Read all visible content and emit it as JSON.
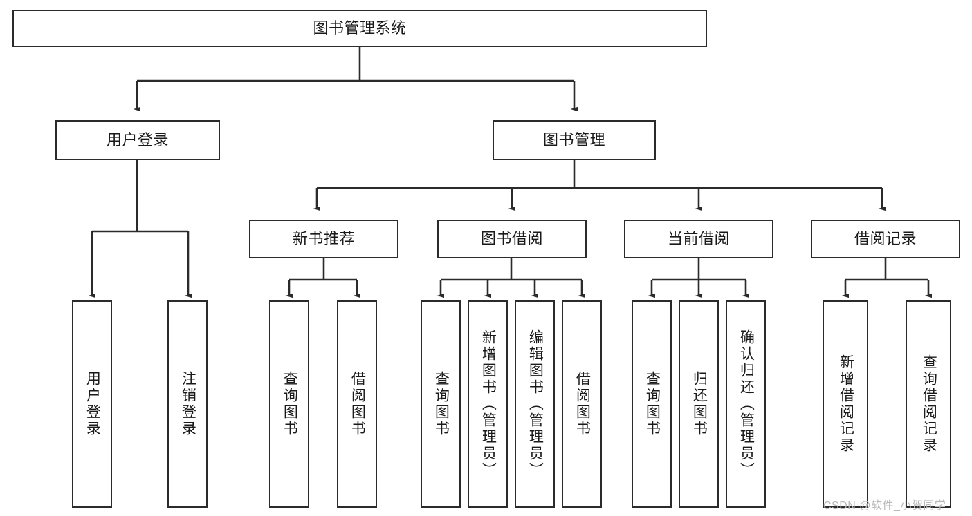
{
  "diagram": {
    "title": "图书管理系统",
    "type": "tree-hierarchy-diagram",
    "watermark": "CSDN @软件_小贺同学",
    "colors": {
      "background": "#ffffff",
      "box_border": "#2b2b2b",
      "box_fill": "#ffffff",
      "text": "#1a1a1a",
      "edge": "#2b2b2b",
      "watermark": "#b8b8b8"
    },
    "nodes": {
      "root": {
        "label": "图书管理系统",
        "level": 1,
        "orientation": "horizontal"
      },
      "user_login": {
        "label": "用户登录",
        "level": 2,
        "orientation": "horizontal"
      },
      "book_manage": {
        "label": "图书管理",
        "level": 2,
        "orientation": "horizontal"
      },
      "new_book_rec": {
        "label": "新书推荐",
        "level": 3,
        "orientation": "horizontal"
      },
      "book_borrow": {
        "label": "图书借阅",
        "level": 3,
        "orientation": "horizontal"
      },
      "current_borrow": {
        "label": "当前借阅",
        "level": 3,
        "orientation": "horizontal"
      },
      "borrow_record": {
        "label": "借阅记录",
        "level": 3,
        "orientation": "horizontal"
      },
      "leaf_user_login": {
        "label": "用户登录",
        "level": 4,
        "orientation": "vertical"
      },
      "leaf_logout": {
        "label": "注销登录",
        "level": 4,
        "orientation": "vertical"
      },
      "leaf_query_book_1": {
        "label": "查询图书",
        "level": 4,
        "orientation": "vertical"
      },
      "leaf_borrow_book_1": {
        "label": "借阅图书",
        "level": 4,
        "orientation": "vertical"
      },
      "leaf_query_book_2": {
        "label": "查询图书",
        "level": 4,
        "orientation": "vertical"
      },
      "leaf_add_book": {
        "label": "新增图书（管理员）",
        "level": 4,
        "orientation": "vertical"
      },
      "leaf_edit_book": {
        "label": "编辑图书（管理员）",
        "level": 4,
        "orientation": "vertical"
      },
      "leaf_borrow_book_2": {
        "label": "借阅图书",
        "level": 4,
        "orientation": "vertical"
      },
      "leaf_query_book_3": {
        "label": "查询图书",
        "level": 4,
        "orientation": "vertical"
      },
      "leaf_return_book": {
        "label": "归还图书",
        "level": 4,
        "orientation": "vertical"
      },
      "leaf_confirm_return": {
        "label": "确认归还（管理员）",
        "level": 4,
        "orientation": "vertical"
      },
      "leaf_add_record": {
        "label": "新增借阅记录",
        "level": 4,
        "orientation": "vertical"
      },
      "leaf_query_record": {
        "label": "查询借阅记录",
        "level": 4,
        "orientation": "vertical"
      }
    }
  }
}
